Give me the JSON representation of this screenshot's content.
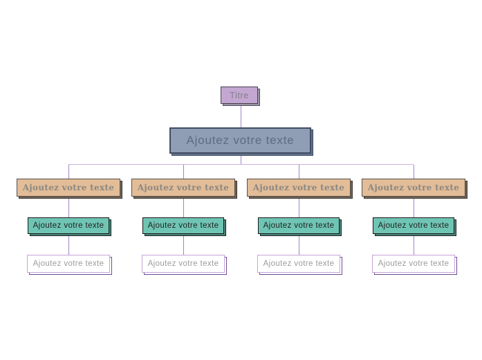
{
  "org_chart": {
    "type": "org-hierarchy",
    "root_label": "Titre",
    "manager_label": "Ajoutez votre texte",
    "branches": [
      {
        "level1_label": "Ajoutez votre texte",
        "level2_label": "Ajoutez votre texte",
        "level3_label": "Ajoutez votre texte"
      },
      {
        "level1_label": "Ajoutez votre texte",
        "level2_label": "Ajoutez votre texte",
        "level3_label": "Ajoutez votre texte"
      },
      {
        "level1_label": "Ajoutez votre texte",
        "level2_label": "Ajoutez votre texte",
        "level3_label": "Ajoutez votre texte"
      },
      {
        "level1_label": "Ajoutez votre texte",
        "level2_label": "Ajoutez votre texte",
        "level3_label": "Ajoutez votre texte"
      }
    ]
  },
  "palette": {
    "root_fill": "#c3a7d2",
    "root_border": "#46404f",
    "root_shadow": "#9c94a8",
    "root_shadow_dark": "#55505e",
    "root_text": "#85808a",
    "manager_fill": "#8f9db5",
    "manager_border": "#414d61",
    "manager_shadow": "#64748f",
    "manager_shadow_dark": "#39445a",
    "manager_text": "#5f6c81",
    "l1_fill": "#e2bd98",
    "l1_border": "#57504a",
    "l1_shadow": "#6e6257",
    "l1_shadow_dark": "#3f3830",
    "l1_text": "#8c8781",
    "l2_fill": "#6fc5b3",
    "l2_border": "#161616",
    "l2_shadow": "#4f867d",
    "l2_shadow_dark": "#13241f",
    "l2_text": "#212121",
    "l3_fill": "#ffffff",
    "l3_border": "#c6a3d9",
    "l3_shadow": "#ffffff",
    "l3_shadow_dark": "#6a4e92",
    "l3_text": "#9b9b9b",
    "connector_v": "#a184c4",
    "connector_h": "#c9b4de",
    "background": "#ffffff"
  }
}
